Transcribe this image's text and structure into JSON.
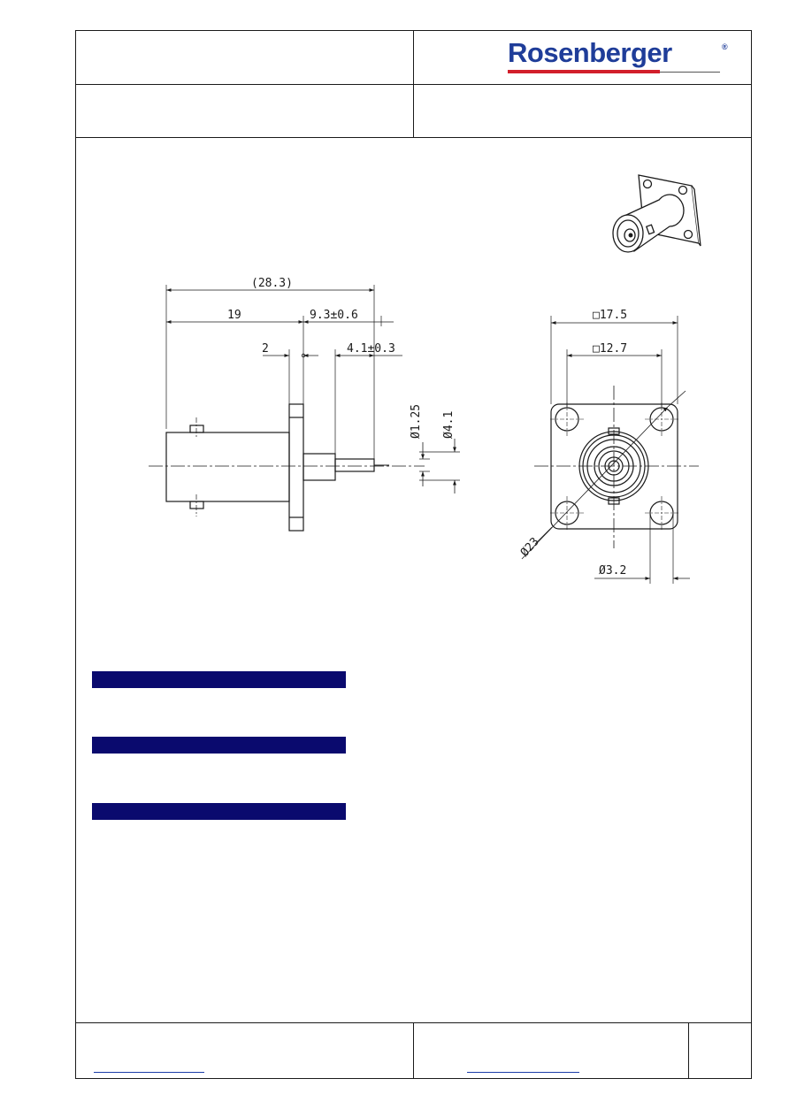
{
  "brand": {
    "name": "Rosenberger",
    "registered_mark": "®",
    "text_color": "#1f3d99",
    "accent_color": "#d21f2b"
  },
  "section_bar_color": "#0a0a6e",
  "footer_link_color": "#1a3ca8",
  "dimensions": {
    "overall_length": "(28.3)",
    "body_length": "19",
    "pin_span": "9.3±0.6",
    "flange_thickness": "2",
    "pin_length": "4.1±0.3",
    "pin_diameter": "Ø1.25",
    "insulator_diameter": "Ø4.1",
    "flange_square": "□17.5",
    "hole_spacing": "□12.7",
    "thread_diameter": "Ø23",
    "hole_diameter": "Ø3.2"
  }
}
